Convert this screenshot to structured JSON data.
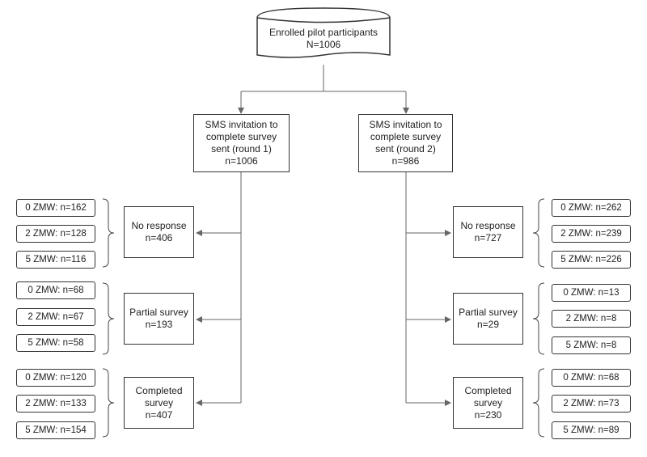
{
  "root": {
    "line1": "Enrolled pilot participants",
    "line2": "N=1006"
  },
  "round1": {
    "invite": {
      "line1": "SMS invitation to",
      "line2": "complete survey",
      "line3": "sent (round 1)",
      "line4": "n=1006"
    },
    "no_response": {
      "line1": "No response",
      "line2": "n=406",
      "groups": [
        "0 ZMW: n=162",
        "2 ZMW: n=128",
        "5 ZMW: n=116"
      ]
    },
    "partial": {
      "line1": "Partial survey",
      "line2": "n=193",
      "groups": [
        "0 ZMW: n=68",
        "2 ZMW: n=67",
        "5 ZMW: n=58"
      ]
    },
    "completed": {
      "line1": "Completed",
      "line2": "survey",
      "line3": "n=407",
      "groups": [
        "0 ZMW: n=120",
        "2 ZMW: n=133",
        "5 ZMW: n=154"
      ]
    }
  },
  "round2": {
    "invite": {
      "line1": "SMS invitation to",
      "line2": "complete survey",
      "line3": "sent (round 2)",
      "line4": "n=986"
    },
    "no_response": {
      "line1": "No response",
      "line2": "n=727",
      "groups": [
        "0 ZMW: n=262",
        "2 ZMW: n=239",
        "5 ZMW: n=226"
      ]
    },
    "partial": {
      "line1": "Partial survey",
      "line2": "n=29",
      "groups": [
        "0 ZMW: n=13",
        "2 ZMW: n=8",
        "5 ZMW: n=8"
      ]
    },
    "completed": {
      "line1": "Completed",
      "line2": "survey",
      "line3": "n=230",
      "groups": [
        "0 ZMW: n=68",
        "2 ZMW: n=73",
        "5 ZMW: n=89"
      ]
    }
  },
  "colors": {
    "line": "#666666",
    "border": "#333333"
  }
}
